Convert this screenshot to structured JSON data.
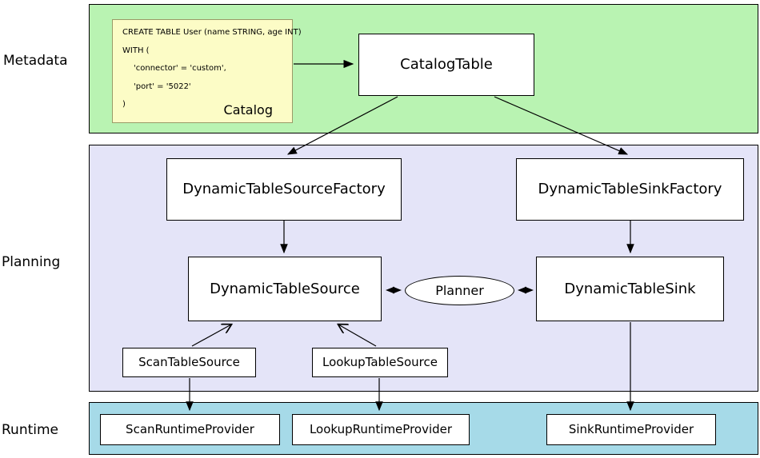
{
  "bands": {
    "metadata": {
      "label": "Metadata",
      "color": "#b9f3b2"
    },
    "planning": {
      "label": "Planning",
      "color": "#e4e4f8"
    },
    "runtime": {
      "label": "Runtime",
      "color": "#a6dae8"
    }
  },
  "catalog_note": {
    "color": "#fcfcc6",
    "label": "Catalog",
    "lines": [
      "CREATE TABLE User (name STRING, age INT)",
      "WITH (",
      "'connector' = 'custom',",
      "'port' = '5022'",
      ")"
    ]
  },
  "nodes": {
    "catalog_table": {
      "label": "CatalogTable"
    },
    "source_factory": {
      "label": "DynamicTableSourceFactory"
    },
    "sink_factory": {
      "label": "DynamicTableSinkFactory"
    },
    "table_source": {
      "label": "DynamicTableSource"
    },
    "table_sink": {
      "label": "DynamicTableSink"
    },
    "planner": {
      "label": "Planner"
    },
    "scan_table_source": {
      "label": "ScanTableSource"
    },
    "lookup_table_source": {
      "label": "LookupTableSource"
    },
    "scan_runtime_provider": {
      "label": "ScanRuntimeProvider"
    },
    "lookup_runtime_provider": {
      "label": "LookupRuntimeProvider"
    },
    "sink_runtime_provider": {
      "label": "SinkRuntimeProvider"
    }
  },
  "edges": [
    {
      "from": "Catalog",
      "to": "CatalogTable",
      "style": "solid-arrow"
    },
    {
      "from": "CatalogTable",
      "to": "DynamicTableSourceFactory",
      "style": "solid-arrow"
    },
    {
      "from": "CatalogTable",
      "to": "DynamicTableSinkFactory",
      "style": "solid-arrow"
    },
    {
      "from": "DynamicTableSourceFactory",
      "to": "DynamicTableSource",
      "style": "solid-arrow"
    },
    {
      "from": "DynamicTableSinkFactory",
      "to": "DynamicTableSink",
      "style": "solid-arrow"
    },
    {
      "from": "Planner",
      "to": "DynamicTableSource",
      "style": "dotted-double-arrow"
    },
    {
      "from": "Planner",
      "to": "DynamicTableSink",
      "style": "dotted-double-arrow"
    },
    {
      "from": "ScanTableSource",
      "to": "DynamicTableSource",
      "style": "open-arrow"
    },
    {
      "from": "LookupTableSource",
      "to": "DynamicTableSource",
      "style": "open-arrow"
    },
    {
      "from": "ScanTableSource",
      "to": "ScanRuntimeProvider",
      "style": "solid-arrow"
    },
    {
      "from": "LookupTableSource",
      "to": "LookupRuntimeProvider",
      "style": "solid-arrow"
    },
    {
      "from": "DynamicTableSink",
      "to": "SinkRuntimeProvider",
      "style": "solid-arrow"
    }
  ]
}
